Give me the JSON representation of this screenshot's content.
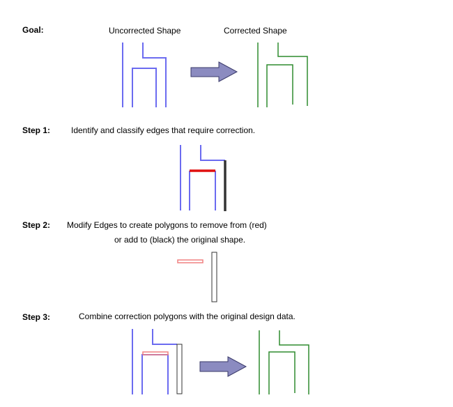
{
  "goal": {
    "label": "Goal:",
    "uncorrected_label": "Uncorrected Shape",
    "corrected_label": "Corrected Shape"
  },
  "steps": [
    {
      "label": "Step 1:",
      "text_lines": [
        "Identify and classify edges that require correction."
      ]
    },
    {
      "label": "Step 2:",
      "text_lines": [
        "Modify Edges to create polygons to remove from (red)",
        "or add to (black) the original shape."
      ]
    },
    {
      "label": "Step 3:",
      "text_lines": [
        "Combine correction polygons with the original design data."
      ]
    }
  ],
  "colors": {
    "uncorrected": "#6b6bf0",
    "corrected": "#2e8b2e",
    "remove": "#e01010",
    "remove_light": "#f08080",
    "add": "#333333",
    "arrow_fill": "#8b8bc0",
    "arrow_stroke": "#3a3a6a"
  }
}
